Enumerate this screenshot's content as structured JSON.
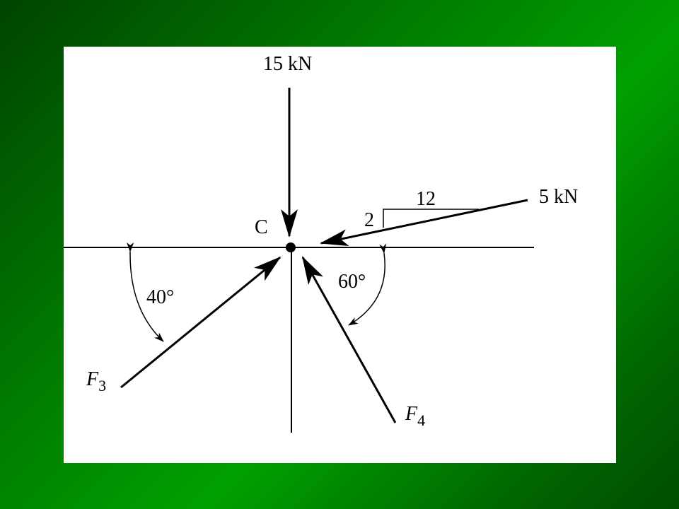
{
  "colors": {
    "background": "#008a00",
    "panel": "#ffffff",
    "ink": "#000000"
  },
  "point": {
    "label": "C"
  },
  "forces": [
    {
      "id": "force-15kn",
      "label": "15 kN"
    },
    {
      "id": "force-5kn",
      "label": "5 kN"
    },
    {
      "id": "force-f3",
      "symbol": "F",
      "subscript": "3"
    },
    {
      "id": "force-f4",
      "symbol": "F",
      "subscript": "4"
    }
  ],
  "slope": {
    "run": "12",
    "rise": "2"
  },
  "angles": [
    {
      "id": "angle-f3",
      "label": "40°"
    },
    {
      "id": "angle-f4",
      "label": "60°"
    }
  ]
}
